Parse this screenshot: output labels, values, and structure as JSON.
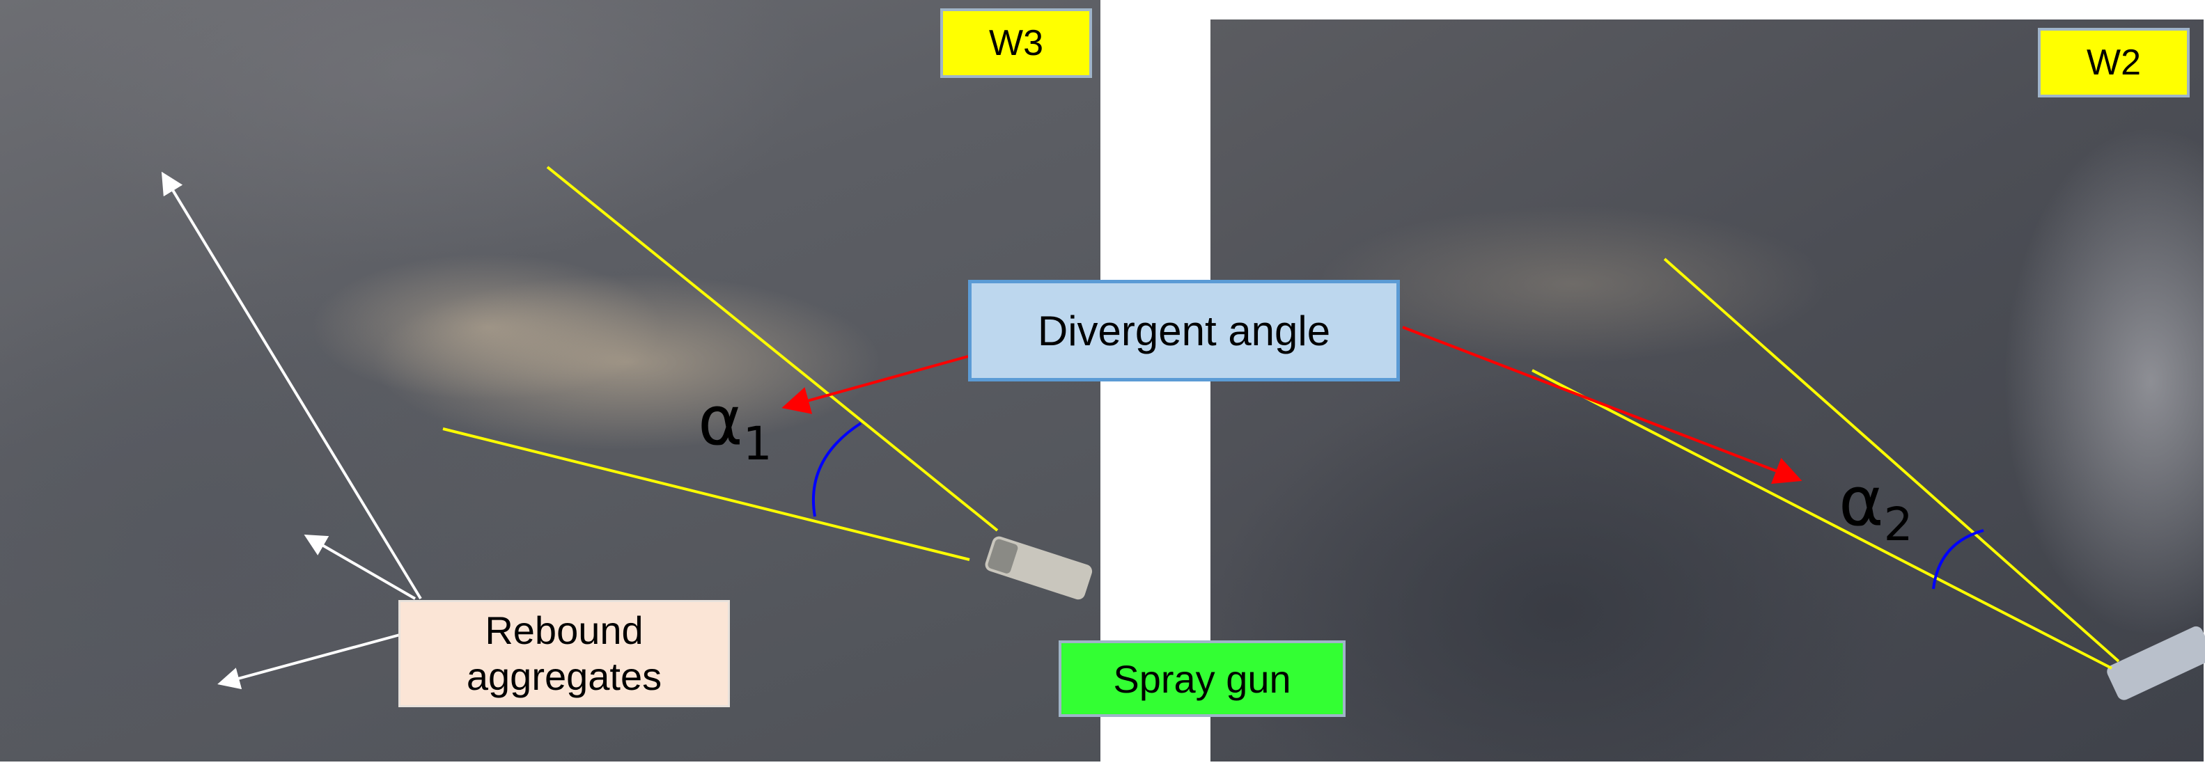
{
  "labels": {
    "left_panel_tag": "W3",
    "right_panel_tag": "W2",
    "divergent_angle": "Divergent angle",
    "rebound_line1": "Rebound",
    "rebound_line2": "aggregates",
    "spray_gun": "Spray gun",
    "alpha1_symbol": "α",
    "alpha1_subscript": "1",
    "alpha2_symbol": "α",
    "alpha2_subscript": "2"
  },
  "colors": {
    "boundary_lines": "#ffff00",
    "angle_arc": "#0000ff",
    "pointer_arrow": "#ff0000",
    "rebound_arrows": "#ffffff",
    "w_tag_fill": "#ffff00",
    "divergent_tag_fill": "#bdd7ee",
    "rebound_tag_fill": "#fbe5d6",
    "spray_tag_fill": "#33ff33"
  }
}
